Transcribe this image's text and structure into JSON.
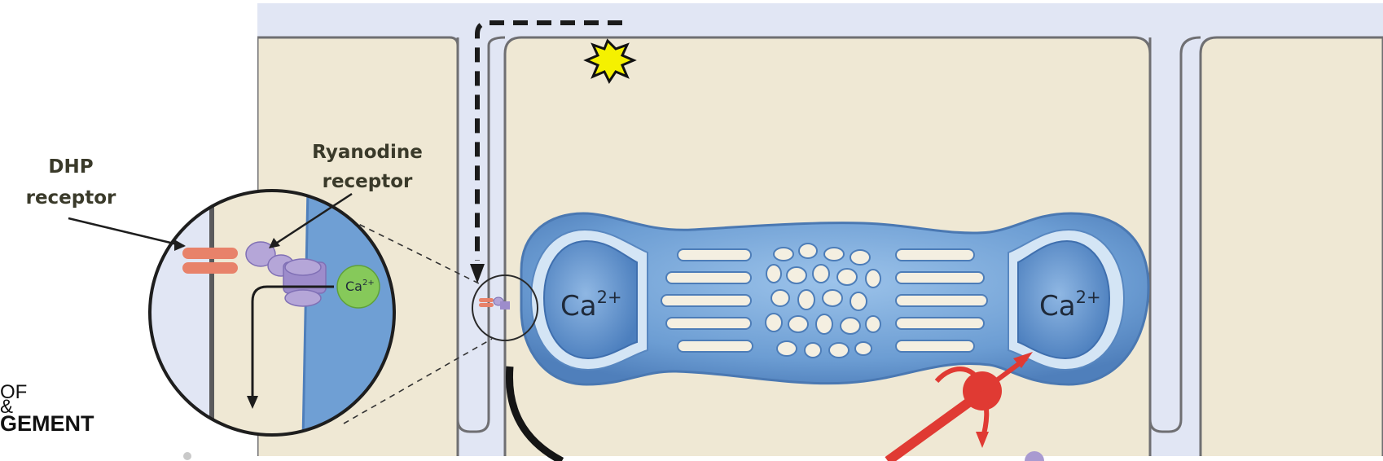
{
  "labels": {
    "dhp_line1": "DHP",
    "dhp_line2": "receptor",
    "ryanodine_line1": "Ryanodine",
    "ryanodine_line2": "receptor",
    "ca_ion": "Ca",
    "ca_charge": "2+"
  },
  "logo_fragment": {
    "line1": "OF",
    "line2": "&",
    "line3": "GEMENT"
  },
  "colors": {
    "background_membrane": "#e1e6f4",
    "cytoplasm": "#efe8d4",
    "sarcoplasmic_reticulum": "#6f9fd4",
    "sr_light": "#c9ddf1",
    "dhp_receptor": "#e8826a",
    "ryanodine_receptor": "#a99ad0",
    "calcium_circle": "#86c95a",
    "red_arrows": "#e03a33",
    "action_potential_star": "#f5f100"
  }
}
